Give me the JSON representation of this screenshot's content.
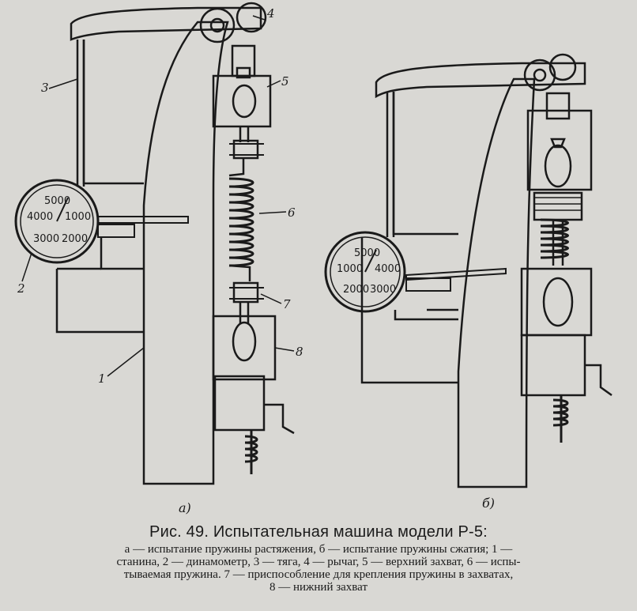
{
  "caption": {
    "title": "Рис. 49. Испытательная машина модели Р-5:",
    "line1": "а — испытание  пружины растяжения, б — испытание  пружины сжатия; 1 —",
    "line2": "станина, 2 — динамометр, 3 — тяга, 4 — рычаг, 5 — верхний захват, 6 — испы-",
    "line3": "тываемая пружина. 7 — приспособление для крепления пружины в захватах,",
    "line4": "8 — нижний захват"
  },
  "figure_a": {
    "sublabel": "а)",
    "labels": {
      "n1": "1",
      "n2": "2",
      "n3": "3",
      "n4": "4",
      "n5": "5",
      "n6": "6",
      "n7": "7",
      "n8": "8"
    },
    "dial": {
      "top": "5000",
      "left": "4000",
      "right": "1000",
      "bottom_left": "3000",
      "bottom_right": "2000"
    }
  },
  "figure_b": {
    "sublabel": "б)",
    "dial": {
      "top": "5000",
      "left": "1000",
      "right": "4000",
      "bottom_left": "2000",
      "bottom_right": "3000"
    }
  }
}
